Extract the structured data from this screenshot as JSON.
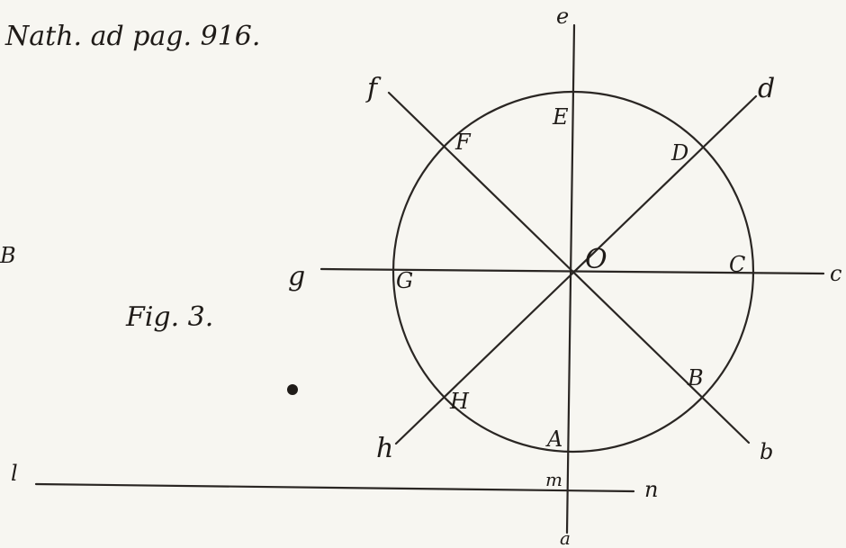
{
  "caption": {
    "header": "Nath. ad pag. 916.",
    "figure": "Fig. 3."
  },
  "stray_marks": {
    "left_edge": "B"
  },
  "labels": {
    "outer": {
      "top": "e",
      "top_right": "d",
      "right": "c",
      "bottom_right": "b",
      "bottom": "a",
      "bottom_left": "h",
      "left": "g",
      "top_left": "f"
    },
    "circle": {
      "E": "E",
      "D": "D",
      "C": "C",
      "B": "B",
      "A": "A",
      "H": "H",
      "G": "G",
      "F": "F"
    },
    "center": "O",
    "base_line": {
      "left": "l",
      "middle": "m",
      "right": "n"
    }
  },
  "colors": {
    "paper": "#f7f6f1",
    "ink": "#2a2623"
  }
}
